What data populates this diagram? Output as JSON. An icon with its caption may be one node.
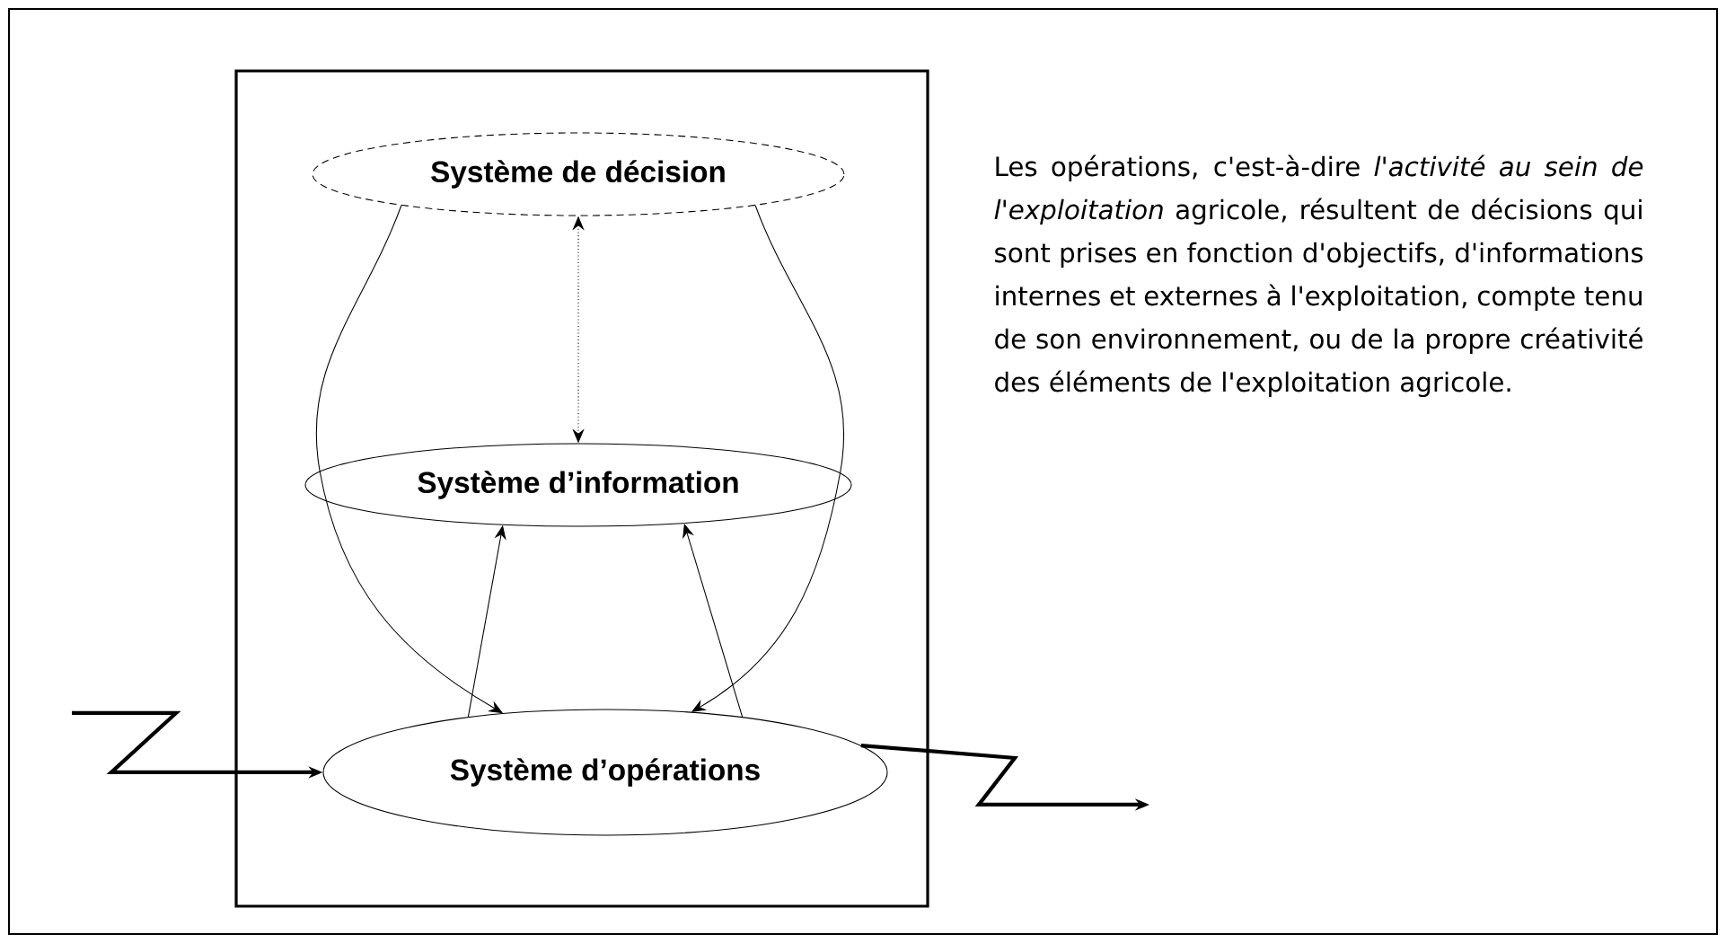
{
  "diagram": {
    "nodes": [
      {
        "text": [],
        "shape": "box"
      },
      {
        "text": [
          "Système de décision"
        ],
        "in": 0
      },
      {
        "text": [
          "Système d’information"
        ],
        "in": 0
      },
      {
        "text": [
          "Système d’opérations"
        ],
        "in": 0
      }
    ],
    "edges": [
      {
        "from": 1,
        "to": 2,
        "arrow": "both",
        "style": "dashed"
      },
      {
        "from": 1,
        "to": 3,
        "arrow": "to"
      },
      {
        "from": 1,
        "to": 3,
        "arrow": "to"
      },
      {
        "from": 3,
        "to": 2,
        "arrow": "to"
      },
      {
        "from": 3,
        "to": 2,
        "arrow": "to"
      },
      {
        "from": null,
        "to": 3,
        "arrow": "to",
        "style": "thick"
      },
      {
        "from": 3,
        "to": null,
        "arrow": "to",
        "style": "thick"
      }
    ],
    "labels": [
      "Les opérations, c'est-à-dire *l'activité au sein de l'exploitation* agricole, résultent de décisions qui sont prises en fonction d'objectifs, d'informations internes et externes à l'exploitation, compte tenu de son environnement, ou de la propre créativité des éléments de l'exploitation agricole."
    ]
  }
}
